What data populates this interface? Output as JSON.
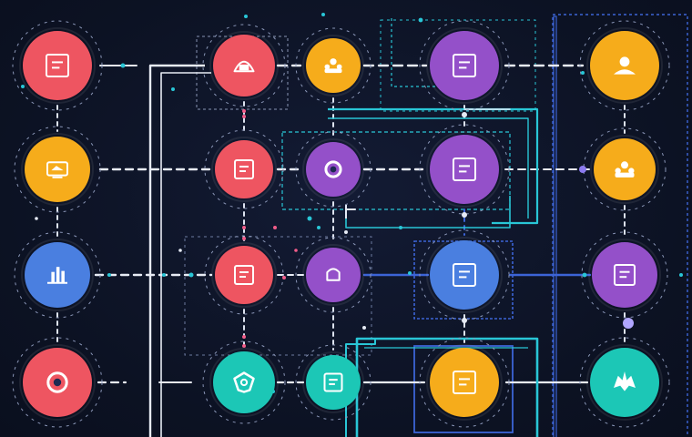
{
  "palette": {
    "background": "#0d1326",
    "red": "#ee5561",
    "amber": "#f6ac1b",
    "blue": "#4a7fe0",
    "purple": "#9450c9",
    "teal": "#1cc7b6",
    "line_white": "#e7ebf4",
    "line_cyan": "#29c6d6",
    "line_blue": "#3c64d6",
    "dot_pink": "#f25d8a"
  },
  "nodes": [
    {
      "id": "n-r0-c0",
      "color": "red",
      "icon": "document-icon"
    },
    {
      "id": "n-r0-c1",
      "color": "red",
      "icon": "desk-icon"
    },
    {
      "id": "n-r0-c2",
      "color": "amber",
      "icon": "team-icon"
    },
    {
      "id": "n-r0-c3",
      "color": "purple",
      "icon": "window-icon"
    },
    {
      "id": "n-r0-c4",
      "color": "amber",
      "icon": "user-icon"
    },
    {
      "id": "n-r1-c0",
      "color": "amber",
      "icon": "monitor-icon"
    },
    {
      "id": "n-r1-c1",
      "color": "red",
      "icon": "clipboard-icon"
    },
    {
      "id": "n-r1-c2",
      "color": "purple",
      "icon": "target-icon"
    },
    {
      "id": "n-r1-c3",
      "color": "purple",
      "icon": "image-icon"
    },
    {
      "id": "n-r1-c4",
      "color": "amber",
      "icon": "people-icon"
    },
    {
      "id": "n-r2-c0",
      "color": "blue",
      "icon": "bar-chart-icon"
    },
    {
      "id": "n-r2-c1",
      "color": "red",
      "icon": "app-icon"
    },
    {
      "id": "n-r2-c2",
      "color": "purple",
      "icon": "hand-icon"
    },
    {
      "id": "n-r2-c3",
      "color": "blue",
      "icon": "frame-icon"
    },
    {
      "id": "n-r2-c4",
      "color": "purple",
      "icon": "book-icon"
    },
    {
      "id": "n-r3-c0",
      "color": "red",
      "icon": "eye-icon"
    },
    {
      "id": "n-r3-c1",
      "color": "teal",
      "icon": "shield-icon"
    },
    {
      "id": "n-r3-c2",
      "color": "teal",
      "icon": "grid-icon"
    },
    {
      "id": "n-r3-c3",
      "color": "amber",
      "icon": "board-icon"
    },
    {
      "id": "n-r3-c4",
      "color": "teal",
      "icon": "gear-icon"
    }
  ]
}
